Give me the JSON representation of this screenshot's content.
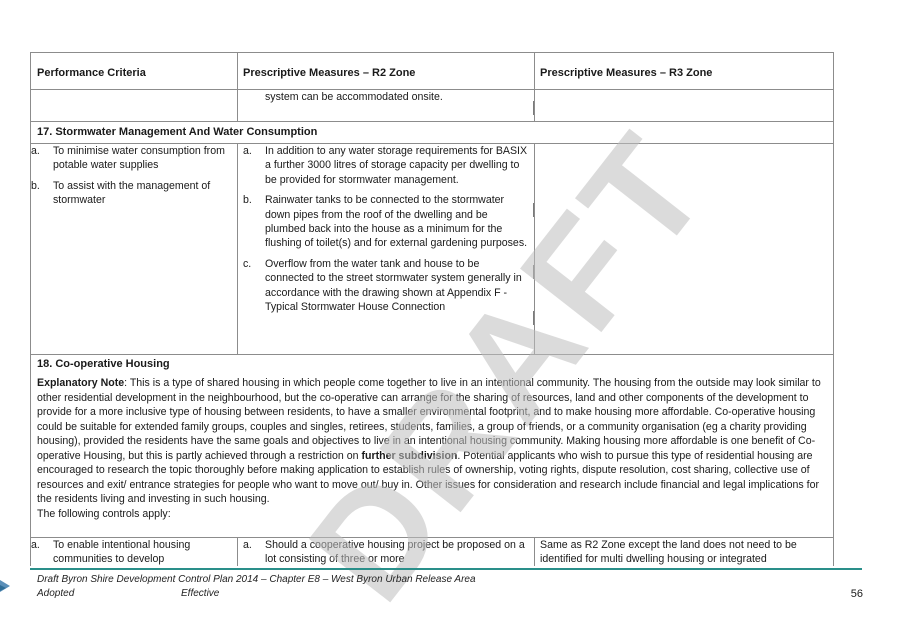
{
  "table": {
    "headers": {
      "criteria": "Performance Criteria",
      "r2": "Prescriptive Measures – R2 Zone",
      "r3": "Prescriptive Measures – R3 Zone"
    },
    "carryover_text": "system can be accommodated onsite.",
    "section17": {
      "title": "17. Stormwater Management And Water Consumption",
      "criteria": [
        {
          "marker": "a.",
          "text": "To minimise water consumption from potable water supplies"
        },
        {
          "marker": "b.",
          "text": "To assist with the management of stormwater"
        }
      ],
      "r2_measures": [
        {
          "marker": "a.",
          "text": "In addition to any water storage requirements for BASIX a further 3000 litres of storage capacity per dwelling to be provided for stormwater management."
        },
        {
          "marker": "b.",
          "text": "Rainwater tanks to be connected to the stormwater down pipes from the roof of the dwelling and be plumbed back into the house as a minimum for the flushing of toilet(s) and for external gardening purposes."
        },
        {
          "marker": "c.",
          "text": "Overflow from the water tank and house to be connected to the street stormwater system generally in accordance with the drawing shown at Appendix F - Typical Stormwater House Connection"
        }
      ]
    },
    "section18": {
      "title": "18. Co-operative Housing",
      "note_label": "Explanatory Note",
      "note_part1": ": This is a type of shared housing in which people come together to live in an intentional community. The housing from the outside may look similar to other residential development in the neighbourhood, but the co-operative can arrange for the sharing of resources, land and other components of the development to provide for a more inclusive type of housing between residents, to have a smaller environmental footprint, and to make housing more affordable. Co-operative housing could be suitable for extended family groups, couples and singles, retirees, students, families, a group of friends, or a community organisation (eg a charity providing housing), provided the residents have the same goals and objectives to live in an intentional housing community. Making housing more affordable is one benefit of Co-operative Housing, but this is partly achieved through a restriction on ",
      "note_bold": "further subdivision",
      "note_part2": ". Potential applicants who wish to pursue this type of residential housing are encouraged to research the topic thoroughly before making application to establish rules of ownership, voting rights, dispute resolution, cost sharing, collective use of resources and exit/ entrance strategies for people who want to move out/ buy in. Other issues for consideration and research include financial and legal implications for the residents living and investing in such housing.",
      "controls_intro": "The following controls apply:",
      "criteria": [
        {
          "marker": "a.",
          "text": "To enable intentional housing communities to develop"
        }
      ],
      "r2_measures": [
        {
          "marker": "a.",
          "text": "Should a cooperative housing project be proposed on a lot consisting of three or more"
        }
      ],
      "r3_text": "Same as R2 Zone except the land does not need to be identified for multi dwelling housing or integrated"
    }
  },
  "watermark": "DRAFT",
  "footer": {
    "line1": "Draft Byron Shire Development Control Plan 2014 – Chapter E8 – West Byron Urban Release Area",
    "status": "Adopted",
    "effective": "Effective",
    "page_number": "56",
    "rule_color": "#2a8f8a"
  }
}
